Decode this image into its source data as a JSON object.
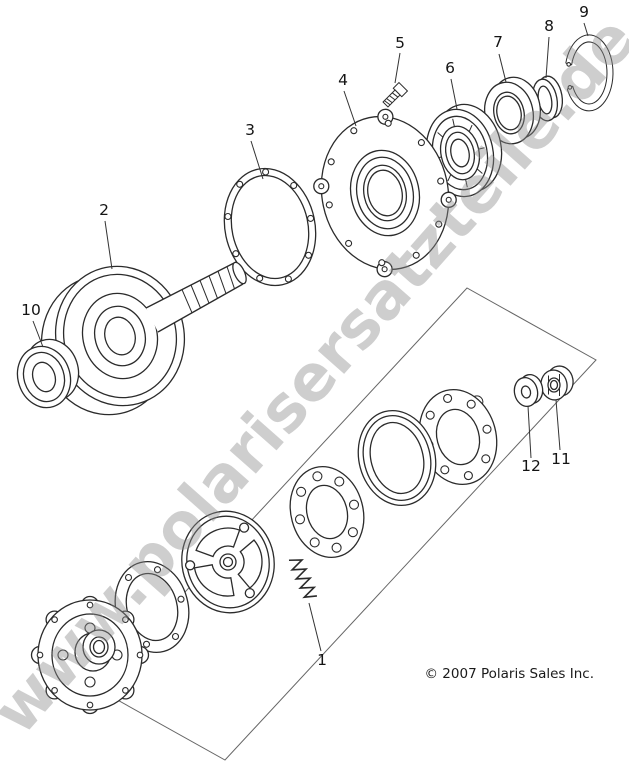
{
  "diagram": {
    "watermark_text": "www.polarisersatzteile.de",
    "copyright": "© 2007 Polaris Sales Inc.",
    "callouts": {
      "c1": "1",
      "c2": "2",
      "c3": "3",
      "c4": "4",
      "c5": "5",
      "c6": "6",
      "c7": "7",
      "c8": "8",
      "c9": "9",
      "c10": "10",
      "c11": "11",
      "c12": "12"
    },
    "colors": {
      "line": "#2b2b2b",
      "watermark": "#8c8c8c",
      "callout": "#141414",
      "background": "#ffffff"
    }
  }
}
